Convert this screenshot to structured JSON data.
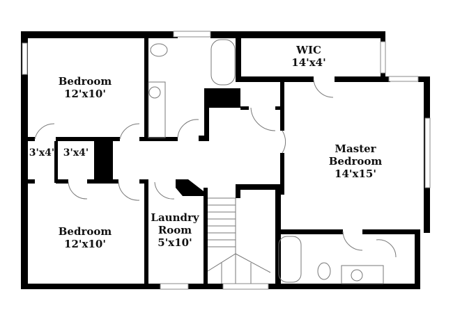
{
  "rooms": [
    {
      "name": "Bedroom",
      "size": "12'x10'"
    },
    {
      "name": "WIC",
      "size": "14'x4'"
    },
    {
      "name": "Master",
      "name2": "Bedroom",
      "size": "14'x15'"
    },
    {
      "name": "Bedroom",
      "size": "12'x10'"
    },
    {
      "name": "Laundry",
      "name2": "Room",
      "size": "5'x10'"
    }
  ],
  "closets": [
    "3'x4'",
    "3'x4'"
  ]
}
